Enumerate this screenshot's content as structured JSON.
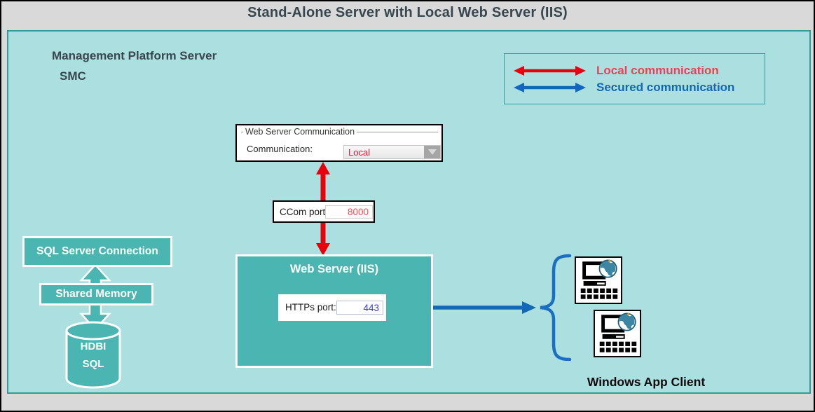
{
  "title": "Stand-Alone Server with Local Web Server (IIS)",
  "platform": {
    "title": "Management Platform Server",
    "subtitle": "SMC"
  },
  "legend": {
    "items": [
      {
        "label": "Local communication",
        "color": "#e8112d",
        "arrow": "red-double-arrow"
      },
      {
        "label": "Secured communication",
        "color": "#1268b5",
        "arrow": "blue-double-arrow"
      }
    ]
  },
  "dialog": {
    "group_label": "Web Server Communication",
    "field_label": "Communication:",
    "dropdown_value": "Local"
  },
  "ccom": {
    "label": "CCom port:",
    "value": "8000"
  },
  "web_server": {
    "title": "Web Server (IIS)",
    "https_label": "HTTPs port:",
    "https_value": "443"
  },
  "sql": {
    "connection_label": "SQL Server Connection",
    "shared_memory_label": "Shared Memory",
    "db_line1": "HDBI",
    "db_line2": "SQL"
  },
  "client": {
    "label": "Windows App Client"
  },
  "icons": {
    "computer": "desktop-computer-with-globe-icon",
    "dropdown": "chevron-down-icon",
    "database": "database-cylinder-icon",
    "brace": "curly-brace"
  },
  "colors": {
    "background": "#d9d9d9",
    "panel_fill": "#ace0e0",
    "panel_border": "#2f9e9a",
    "box_teal": "#4bb5b1",
    "red": "#e8000d",
    "blue": "#1268b5",
    "title_text": "#37474f"
  }
}
